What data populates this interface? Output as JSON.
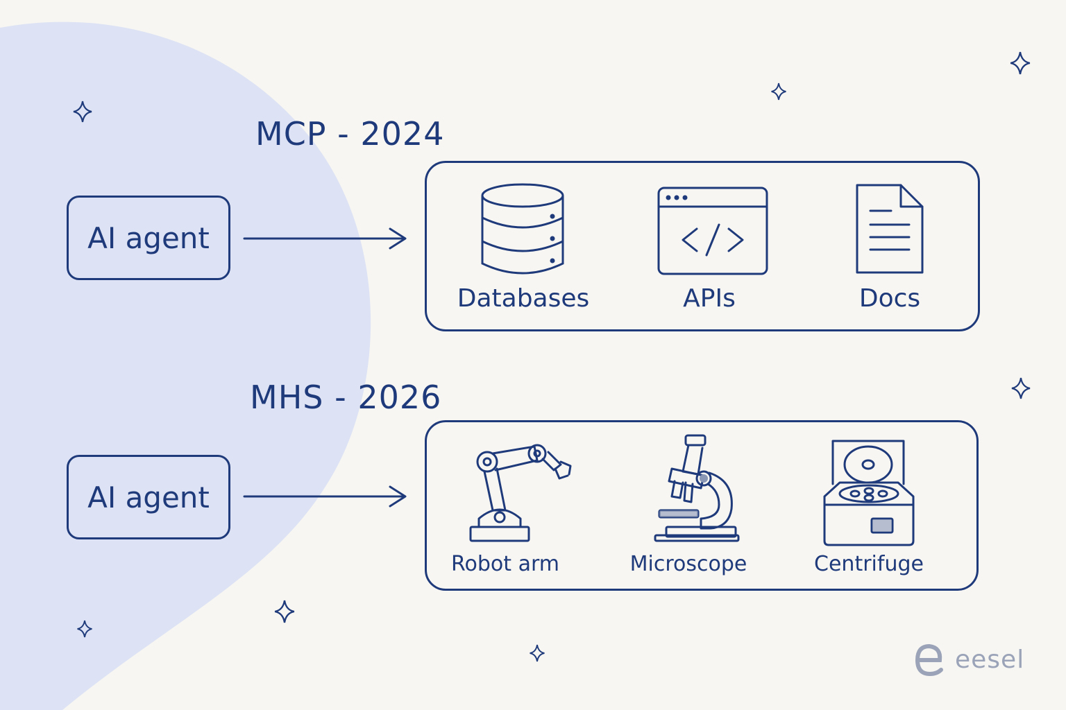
{
  "sections": [
    {
      "heading": "MCP - 2024",
      "agent_label": "AI agent",
      "items": [
        {
          "label": "Databases",
          "icon": "database-icon"
        },
        {
          "label": "APIs",
          "icon": "code-window-icon"
        },
        {
          "label": "Docs",
          "icon": "document-icon"
        }
      ]
    },
    {
      "heading": "MHS - 2026",
      "agent_label": "AI agent",
      "items": [
        {
          "label": "Robot arm",
          "icon": "robot-arm-icon"
        },
        {
          "label": "Microscope",
          "icon": "microscope-icon"
        },
        {
          "label": "Centrifuge",
          "icon": "centrifuge-icon"
        }
      ]
    }
  ],
  "brand": {
    "name": "eesel",
    "icon": "eesel-logo-icon"
  },
  "colors": {
    "ink": "#1f3a7a",
    "background": "#f7f6f2",
    "blob": "#dde3f4",
    "brand_gray": "#9aa3b8"
  }
}
